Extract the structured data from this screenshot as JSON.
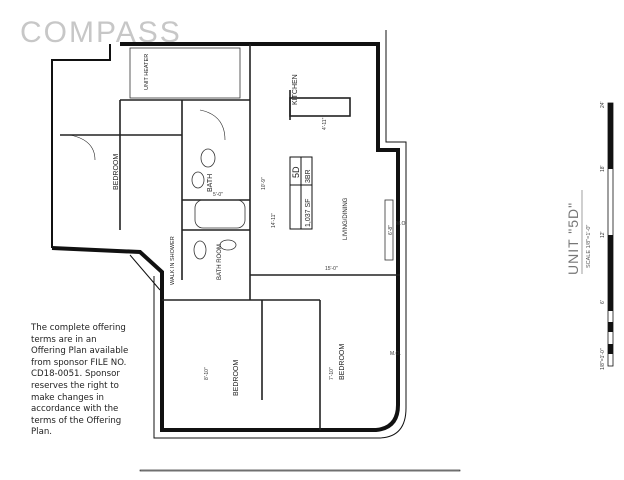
{
  "logo": "COMPASS",
  "disclaimer": "The complete offering terms are in an Offering Plan available from sponsor FILE NO. CD18-0051. Sponsor reserves the right to make changes in accordance with the terms of the Offering Plan.",
  "unit_box": {
    "unit": "5D",
    "area": "1,037 SF",
    "beds": "3BR"
  },
  "rooms": {
    "kitchen": "KITCHEN",
    "unit_heater": "UNIT HEATER",
    "bedroom_1": "BEDROOM",
    "bedroom_2": "BEDROOM",
    "bedroom_3": "BEDROOM",
    "bath": "BATH",
    "bath_room": "BATH ROOM",
    "walk_in_shower": "WALK IN SHOWER",
    "living_dining": "LIVING/DINING"
  },
  "title": {
    "unit": "UNIT \"5D\"",
    "scale": "SCALE 1/8\"=1'-0\""
  },
  "scale_bar": {
    "labels": [
      "1/8\"=1'-0\"",
      "6'",
      "12'",
      "18'",
      "24'"
    ]
  },
  "dimensions": {
    "living_width": "15'-0\"",
    "living_depth": "14'-11\"",
    "bath_depth": "10'-9\"",
    "tub": "5'-0\"",
    "bedroom_main": "8'-10\"",
    "bedroom_right": "7'-10\"",
    "living_right": "6'-8\"",
    "kitchen_dim": "4'-11\"",
    "mo_1": "M.O.",
    "mo_2": "M.O."
  }
}
